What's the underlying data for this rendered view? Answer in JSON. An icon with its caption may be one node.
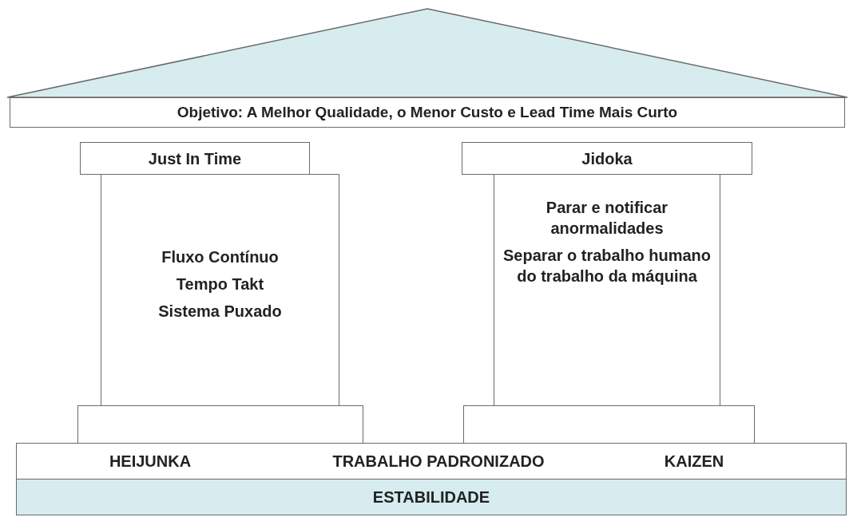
{
  "diagram": {
    "nodes": [
      {
        "text": [],
        "shape": "triangle"
      },
      {
        "text": [
          "Objetivo: A Melhor Qualidade, o Menor Custo e Lead Time Mais Curto"
        ]
      },
      {
        "text": [
          "Just In Time"
        ]
      },
      {
        "text": [
          "Fluxo Contínuo",
          "Tempo Takt",
          "Sistema Puxado"
        ]
      },
      {
        "text": [
          "Jidoka"
        ]
      },
      {
        "text": [
          "Parar e notificar anormalidades",
          "Separar o trabalho humano do trabalho da máquina"
        ]
      },
      {
        "text": [],
        "shape": "box"
      },
      {
        "text": [],
        "shape": "box"
      },
      {
        "text": [
          "HEIJUNKA",
          "TRABALHO PADRONIZADO",
          "KAIZEN"
        ]
      },
      {
        "text": [
          "ESTABILIDADE"
        ]
      }
    ]
  }
}
